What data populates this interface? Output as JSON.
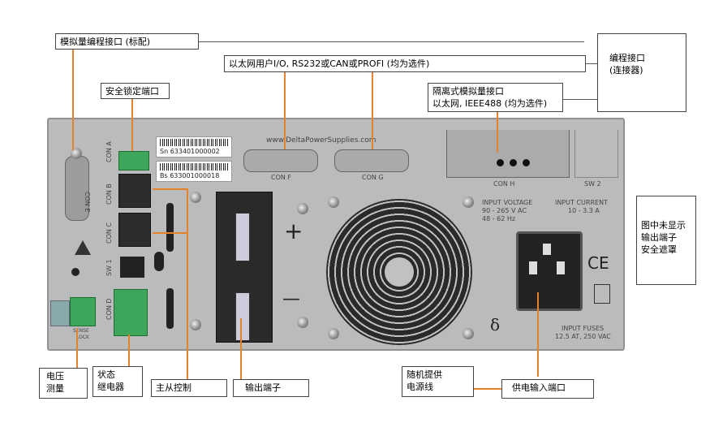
{
  "callouts": {
    "analog_prog": "模拟量编程接口 (标配)",
    "ethernet_io": "以太网用户I/O, RS232或CAN或PROFI (均为选件)",
    "isolated_line1": "隔离式模拟量接口",
    "isolated_line2": "以太网, IEEE488 (均为选件)",
    "prog_interface_line1": "编程接口",
    "prog_interface_line2": "(连接器)",
    "safety_lock": "安全锁定端口",
    "not_shown_line1": "图中未显示",
    "not_shown_line2": "输出端子",
    "not_shown_line3": "安全遮罩",
    "voltage_sense_line1": "电压",
    "voltage_sense_line2": "测量",
    "status_relay_line1": "状态",
    "status_relay_line2": "继电器",
    "master_slave": "主从控制",
    "output_terminal": "输出端子",
    "power_cord_line1": "随机提供",
    "power_cord_line2": "电源线",
    "power_input": "供电输入端口"
  },
  "panel_labels": {
    "url": "www.DeltaPowerSupplies.com",
    "sn": "Sn 633401000002",
    "bs": "Bs 633001000018",
    "con_a": "CON A",
    "con_b": "CON B",
    "con_c": "CON C",
    "con_d": "CON D",
    "con_e": "CON E",
    "con_f": "CON F",
    "con_g": "CON G",
    "con_h": "CON H",
    "sw1": "SW 1",
    "sw2": "SW 2",
    "input_voltage_1": "INPUT  VOLTAGE",
    "input_voltage_2": "90 - 265 V AC",
    "input_voltage_3": "48 - 62 Hz",
    "input_current_1": "INPUT  CURRENT",
    "input_current_2": "10 - 3.3 A",
    "input_fuses_1": "INPUT  FUSES",
    "input_fuses_2": "12.5 AT,  250 VAC",
    "plus": "+",
    "minus": "—",
    "ce": "CE",
    "delta": "δ",
    "sense": "SENSE",
    "lock": "LOCK"
  },
  "colors": {
    "wire": "#e8812b",
    "panel": "#b9bbbc"
  }
}
